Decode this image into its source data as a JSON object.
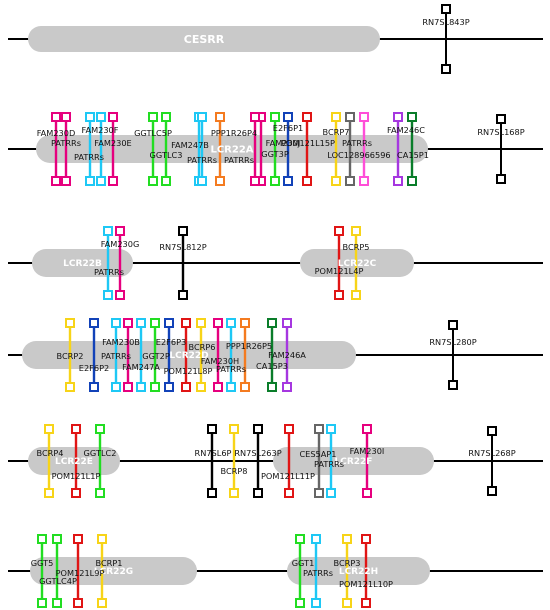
{
  "palette": {
    "magenta": "#e6007e",
    "pink": "#ff4fd8",
    "cyan": "#1ec8f5",
    "green": "#22dd22",
    "dkgreen": "#0a7d2a",
    "orange": "#f47b20",
    "red": "#e01515",
    "blue": "#1242b8",
    "yellow": "#f7d418",
    "purple": "#a637e0",
    "gray": "#666666",
    "black": "#000000",
    "region": "#c9c9c9"
  },
  "tracks": [
    {
      "regions": [
        {
          "name": "CESRR"
        }
      ],
      "genes": [
        {
          "label": "RN7SL843P",
          "color": "black"
        }
      ]
    },
    {
      "regions": [
        {
          "name": "LCR22A"
        }
      ],
      "genes": [
        {
          "label": "FAM230D",
          "color": "magenta"
        },
        {
          "label": "PATRRs",
          "color": "magenta"
        },
        {
          "label": "FAM230F",
          "color": "cyan"
        },
        {
          "label": "PATRRs",
          "color": "cyan"
        },
        {
          "label": "FAM230E",
          "color": "magenta"
        },
        {
          "label": "GGTLC5P",
          "color": "green"
        },
        {
          "label": "GGTLC3",
          "color": "green"
        },
        {
          "label": "FAM247B",
          "color": "cyan"
        },
        {
          "label": "PATRRs",
          "color": "cyan"
        },
        {
          "label": "PPP1R26P4",
          "color": "orange"
        },
        {
          "label": "PATRRs",
          "color": "magenta"
        },
        {
          "label": "FAM230J",
          "color": "magenta"
        },
        {
          "label": "GGT3P",
          "color": "green"
        },
        {
          "label": "E2F6P1",
          "color": "blue"
        },
        {
          "label": "POM121L15P",
          "color": "red"
        },
        {
          "label": "BCRP7",
          "color": "yellow"
        },
        {
          "label": "PATRRs",
          "color": "gray"
        },
        {
          "label": "LOC128966596",
          "color": "pink"
        },
        {
          "label": "FAM246C",
          "color": "purple"
        },
        {
          "label": "CA15P1",
          "color": "dkgreen"
        },
        {
          "label": "RN7SL168P",
          "color": "black"
        }
      ]
    },
    {
      "regions": [
        {
          "name": "LCR22B"
        },
        {
          "name": "LCR22C"
        }
      ],
      "genes": [
        {
          "label": "FAM230G",
          "color": "cyan"
        },
        {
          "label": "PATRRs",
          "color": "magenta"
        },
        {
          "label": "RN7SL812P",
          "color": "black"
        },
        {
          "label": "BCRP5",
          "color": "yellow"
        },
        {
          "label": "POM121L4P",
          "color": "red"
        }
      ]
    },
    {
      "regions": [
        {
          "name": "LCR22D"
        }
      ],
      "genes": [
        {
          "label": "BCRP2",
          "color": "yellow"
        },
        {
          "label": "E2F6P2",
          "color": "blue"
        },
        {
          "label": "PATRRs",
          "color": "cyan"
        },
        {
          "label": "FAM230B",
          "color": "magenta"
        },
        {
          "label": "FAM247A",
          "color": "cyan"
        },
        {
          "label": "GGT2P",
          "color": "green"
        },
        {
          "label": "E2F6P3",
          "color": "blue"
        },
        {
          "label": "BCRP6",
          "color": "yellow"
        },
        {
          "label": "POM121L8P",
          "color": "red"
        },
        {
          "label": "FAM230H",
          "color": "magenta"
        },
        {
          "label": "PPP1R26P5",
          "color": "orange"
        },
        {
          "label": "PATRRs",
          "color": "cyan"
        },
        {
          "label": "FAM246A",
          "color": "purple"
        },
        {
          "label": "CA15P3",
          "color": "dkgreen"
        },
        {
          "label": "RN7SL280P",
          "color": "black"
        }
      ]
    },
    {
      "regions": [
        {
          "name": "LCR22E"
        },
        {
          "name": "LCR22F"
        }
      ],
      "genes": [
        {
          "label": "BCRP4",
          "color": "yellow"
        },
        {
          "label": "POM121L1P",
          "color": "red"
        },
        {
          "label": "GGTLC2",
          "color": "green"
        },
        {
          "label": "RN7SL6P",
          "color": "black"
        },
        {
          "label": "BCRP8",
          "color": "yellow"
        },
        {
          "label": "RN7SL263P",
          "color": "black"
        },
        {
          "label": "POM121L11P",
          "color": "red"
        },
        {
          "label": "CES5AP1",
          "color": "gray"
        },
        {
          "label": "PATRRs",
          "color": "cyan"
        },
        {
          "label": "FAM230I",
          "color": "magenta"
        },
        {
          "label": "RN7SL268P",
          "color": "black"
        }
      ]
    },
    {
      "regions": [
        {
          "name": "LCR22G"
        },
        {
          "name": "LCR22H"
        }
      ],
      "genes": [
        {
          "label": "GGT5",
          "color": "green"
        },
        {
          "label": "GGTLC4P",
          "color": "green"
        },
        {
          "label": "POM121L9P",
          "color": "red"
        },
        {
          "label": "BCRP1",
          "color": "yellow"
        },
        {
          "label": "GGT1",
          "color": "green"
        },
        {
          "label": "PATRRs",
          "color": "cyan"
        },
        {
          "label": "BCRP3",
          "color": "yellow"
        },
        {
          "label": "POM121L10P",
          "color": "red"
        }
      ]
    }
  ]
}
